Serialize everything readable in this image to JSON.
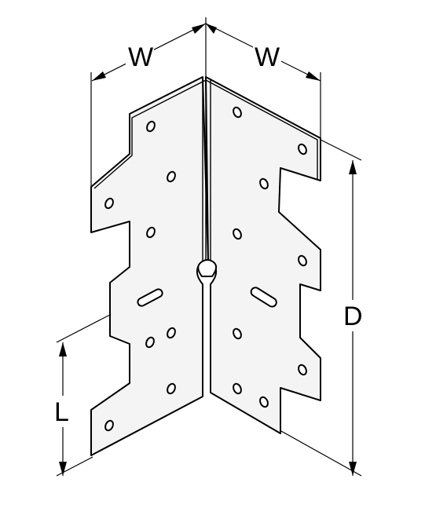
{
  "labels": {
    "width_left": "W",
    "width_right": "W",
    "depth": "D",
    "length": "L"
  },
  "colors": {
    "line": "#000000",
    "background": "#ffffff"
  }
}
